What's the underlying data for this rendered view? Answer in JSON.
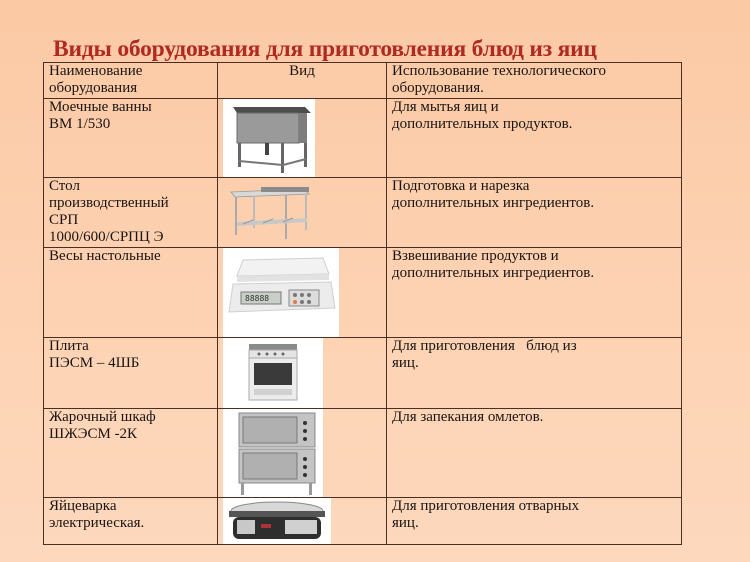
{
  "title": "Виды оборудования для приготовления блюд из яиц",
  "table": {
    "headers": {
      "name": "Наименование оборудования",
      "view": "Вид",
      "usage": "Использование технологического оборудования."
    },
    "rows": [
      {
        "name_line1": "Моечные ванны",
        "name_line2": "ВМ 1/530",
        "image": "washing-sink-image",
        "usage_line1": "Для мытья яиц и",
        "usage_line2": "дополнительных продуктов."
      },
      {
        "name_line1": "Стол",
        "name_line2": "производственный",
        "name_line3": "СРП",
        "name_line4": "1000/600/СРПЦ Э",
        "image": "production-table-image",
        "usage_line1": "Подготовка и нарезка",
        "usage_line2": "дополнительных ингредиентов."
      },
      {
        "name_line1": "Весы настольные",
        "image": "table-scales-image",
        "usage_line1": "Взвешивание продуктов и",
        "usage_line2": "дополнительных ингредиентов."
      },
      {
        "name_line1": "Плита",
        "name_line2": "ПЭСМ – 4ШБ",
        "image": "electric-stove-image",
        "usage_line1": "Для приготовления   блюд из",
        "usage_line2": "яиц."
      },
      {
        "name_line1": "Жарочный шкаф",
        "name_line2": "ШЖЭСМ -2К",
        "image": "baking-oven-image",
        "usage_line1": "Для запекания омлетов."
      },
      {
        "name_line1": "Яйцеварка",
        "name_line2": "электрическая.",
        "image": "egg-cooker-image",
        "usage_line1": "Для приготовления отварных",
        "usage_line2": "яиц."
      }
    ]
  },
  "colors": {
    "background": "#fcceab",
    "title": "#b02a23",
    "border": "#4a2f22",
    "text": "#1a1412"
  }
}
